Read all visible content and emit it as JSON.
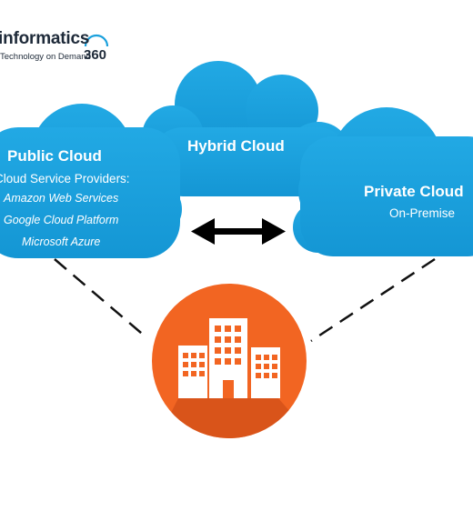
{
  "logo": {
    "name": "informatics",
    "tagline": "Technology on Demand",
    "number": "360"
  },
  "colors": {
    "cloud": "#1aa0dc",
    "cloud_edge": "#0f87c4",
    "building_circle": "#f26522",
    "arrow": "#000000",
    "connector": "#111111"
  },
  "hybrid_cloud": {
    "title": "Hybrid Cloud"
  },
  "public_cloud": {
    "title": "Public Cloud",
    "subtitle": "Cloud Service Providers:",
    "providers": [
      "Amazon Web Services",
      "Google Cloud Platform",
      "Microsoft Azure"
    ]
  },
  "private_cloud": {
    "title": "Private Cloud",
    "subtitle": "On-Premise"
  },
  "icons": {
    "connection_arrow": "double-headed-arrow",
    "center": "buildings-icon"
  }
}
